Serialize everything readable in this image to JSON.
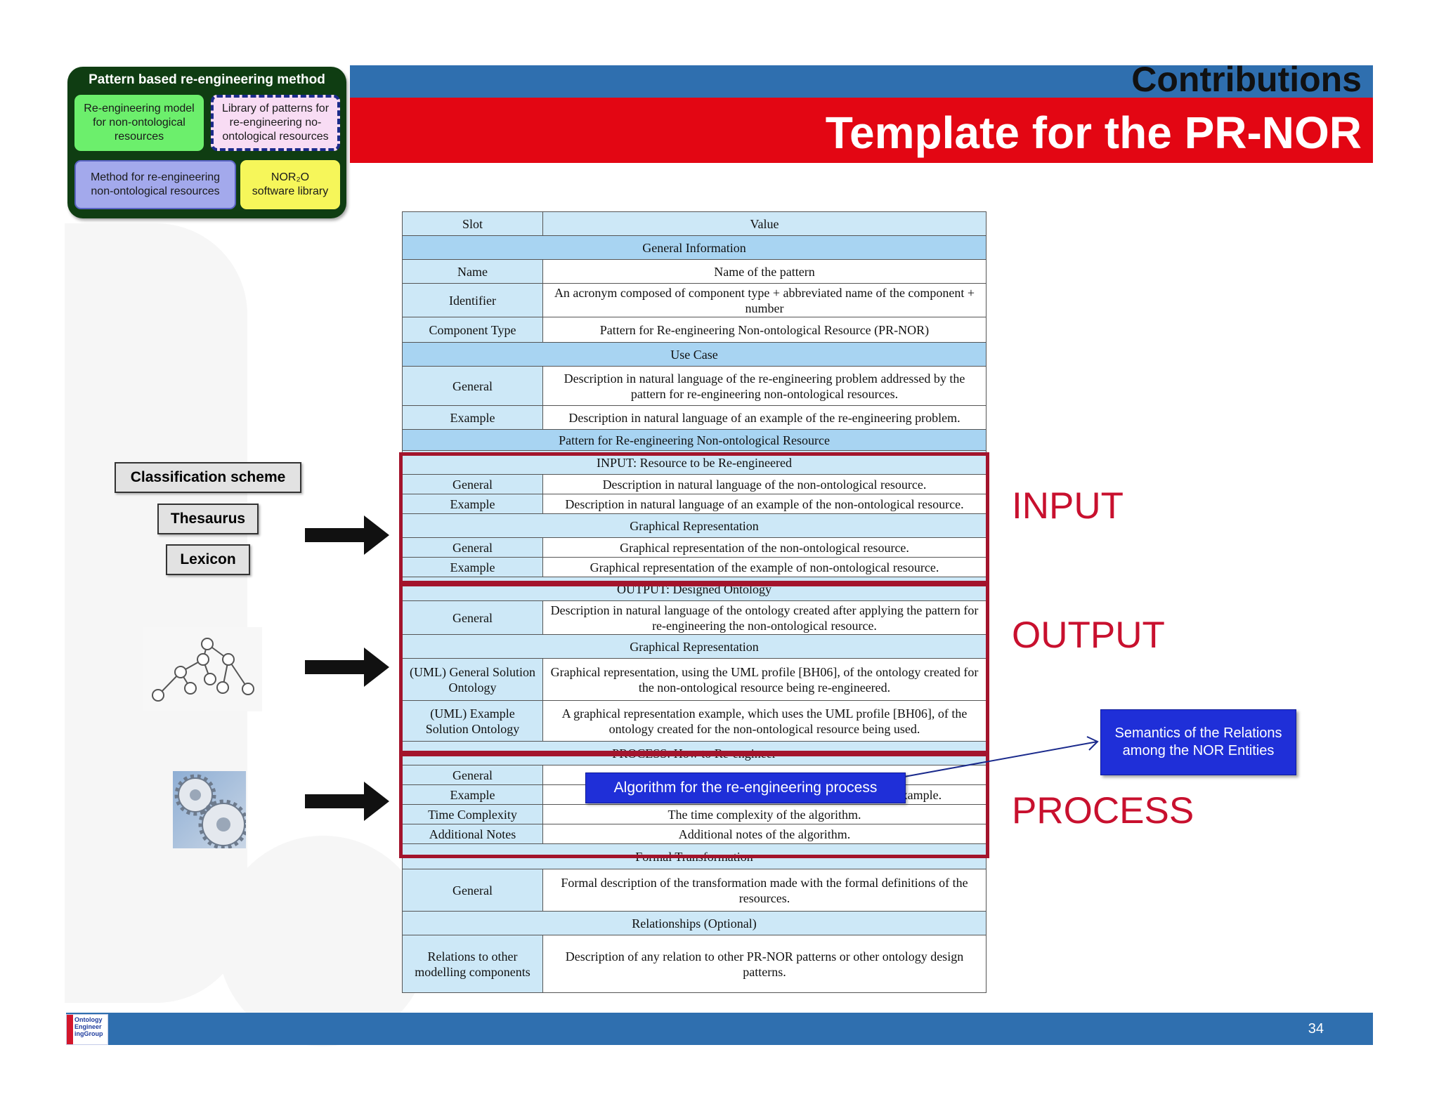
{
  "method": {
    "title": "Pattern based re-engineering method",
    "model": "Re-engineering model for non-ontological resources",
    "library": "Library of patterns for re-engineering no-ontological resources",
    "method_cell": "Method for re-engineering non-ontological resources",
    "nor2o_line1": "NOR₂O",
    "nor2o_line2": "software library"
  },
  "header": {
    "subtitle": "Contributions",
    "title": "Template for the PR-NOR"
  },
  "table": {
    "slot_header": "Slot",
    "value_header": "Value",
    "general_information": "General Information",
    "name_slot": "Name",
    "name_value": "Name of the pattern",
    "identifier_slot": "Identifier",
    "identifier_value": "An acronym composed of component type + abbreviated name of the component + number",
    "component_type_slot": "Component Type",
    "component_type_value": "Pattern for Re-engineering Non-ontological Resource (PR-NOR)",
    "use_case": "Use Case",
    "uc_general_slot": "General",
    "uc_general_value": "Description in natural language of the re-engineering problem addressed by the pattern for re-engineering non-ontological resources.",
    "uc_example_slot": "Example",
    "uc_example_value": "Description in natural language of an example of the re-engineering problem.",
    "pattern_section": "Pattern for Re-engineering Non-ontological Resource",
    "input_section": "INPUT: Resource to be Re-engineered",
    "in_general_slot": "General",
    "in_general_value": "Description in natural language of the non-ontological resource.",
    "in_example_slot": "Example",
    "in_example_value": "Description in natural language of an example of the non-ontological resource.",
    "in_graph_section": "Graphical Representation",
    "in_graph_general_slot": "General",
    "in_graph_general_value": "Graphical representation of the non-ontological resource.",
    "in_graph_example_slot": "Example",
    "in_graph_example_value": "Graphical representation of the example of non-ontological resource.",
    "output_section": "OUTPUT: Designed Ontology",
    "out_general_slot": "General",
    "out_general_value": "Description in natural language of the ontology created after applying the pattern for re-engineering the non-ontological resource.",
    "out_graph_section": "Graphical Representation",
    "uml_general_slot": "(UML) General Solution Ontology",
    "uml_general_value": "Graphical representation, using the UML profile [BH06], of the ontology created for the non-ontological resource being re-engineered.",
    "uml_example_slot": "(UML) Example Solution Ontology",
    "uml_example_value": "A graphical representation example, which uses the UML profile [BH06], of the ontology created for the non-ontological resource being used.",
    "process_section": "PROCESS: How to Re-engineer",
    "proc_general_slot": "General",
    "proc_example_slot": "Example",
    "proc_example_value": "Application of the algorithm to the non-ontological resource example.",
    "time_slot": "Time Complexity",
    "time_value": "The time complexity of the algorithm.",
    "notes_slot": "Additional Notes",
    "notes_value": "Additional notes of the algorithm.",
    "formal_section": "Formal Transformation",
    "formal_general_slot": "General",
    "formal_general_value": "Formal description of the transformation made with the formal definitions of the resources.",
    "relationships_section": "Relationships (Optional)",
    "relations_slot": "Relations to other modelling components",
    "relations_value": "Description of any relation to other PR-NOR patterns or other ontology design patterns."
  },
  "resources": {
    "classification": "Classification scheme",
    "thesaurus": "Thesaurus",
    "lexicon": "Lexicon"
  },
  "labels": {
    "input": "INPUT",
    "output": "OUTPUT",
    "process": "PROCESS"
  },
  "callouts": {
    "algorithm": "Algorithm for the re-engineering process",
    "semantics": "Semantics of the Relations among the NOR Entities"
  },
  "footer": {
    "page": "34",
    "logo": "Ontology\nEngineer\ningGroup"
  },
  "colors": {
    "header_blue": "#2f6faf",
    "header_red": "#e30613",
    "frame_red": "#a3142c",
    "label_red": "#c8102e",
    "callout_blue": "#1f2fd8",
    "slot_fill": "#cde8f7",
    "section_fill": "#a8d4f2"
  }
}
